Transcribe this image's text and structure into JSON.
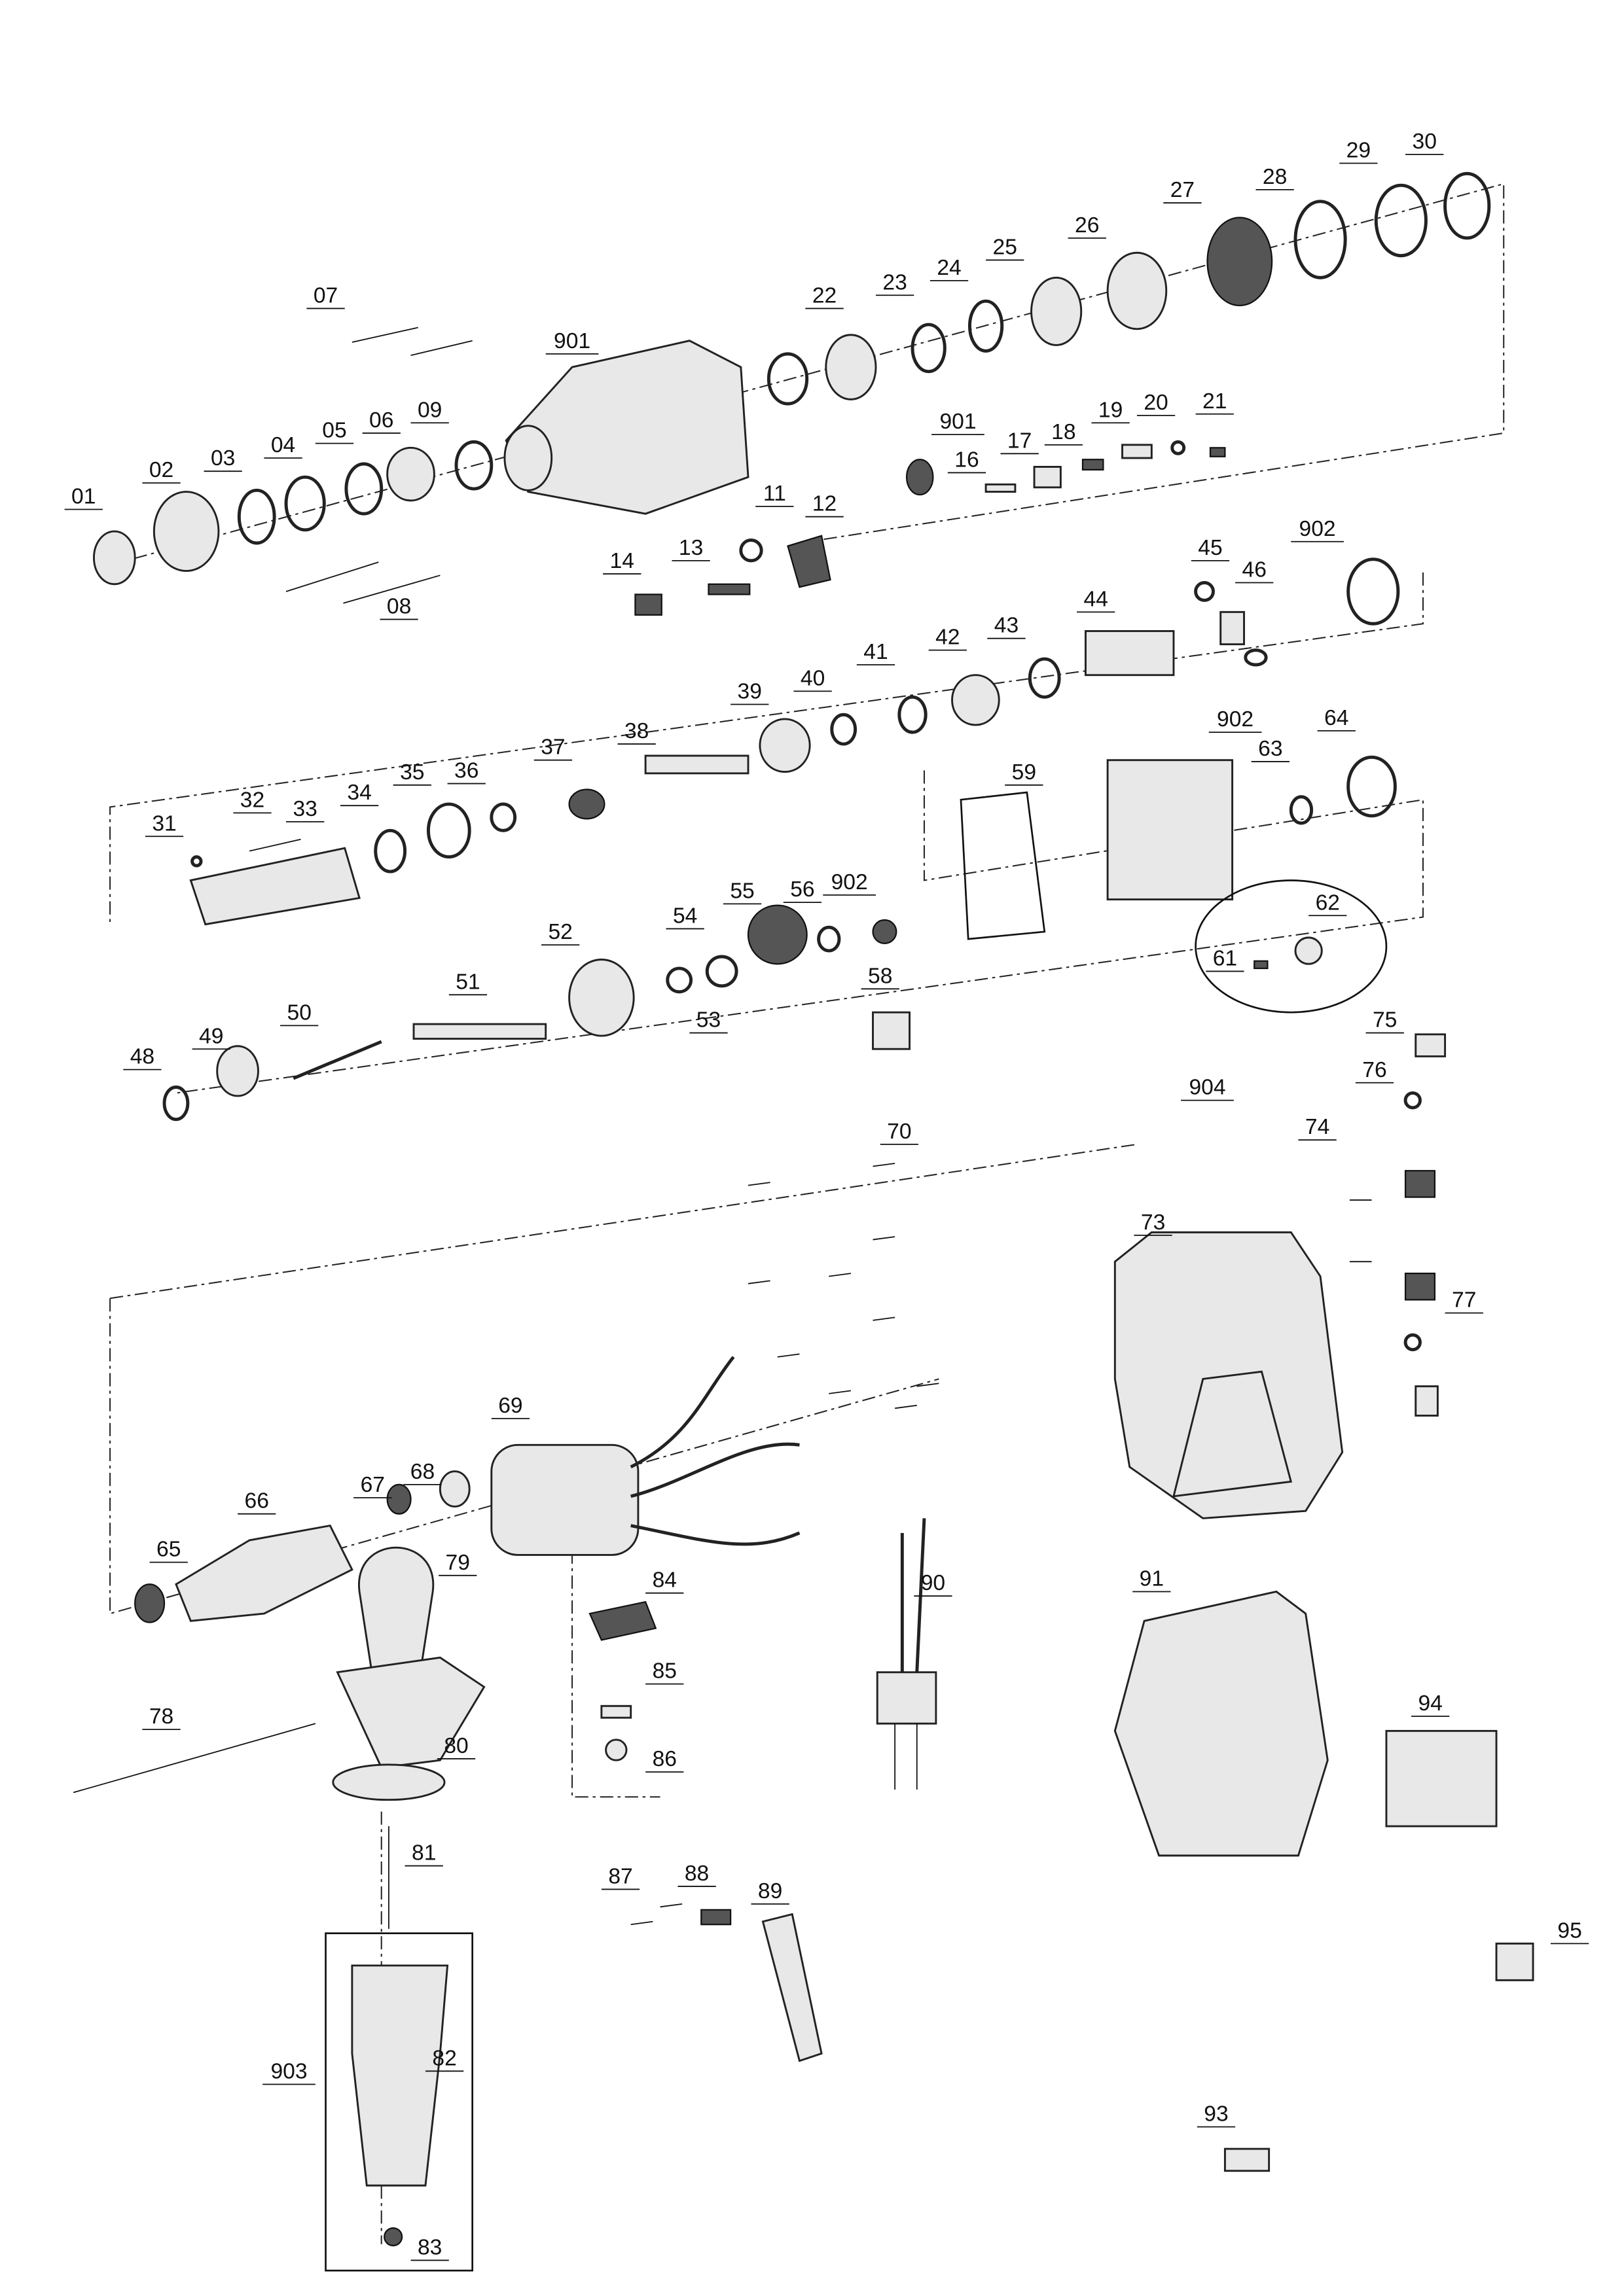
{
  "diagram": {
    "type": "exploded parts view",
    "labels": [
      "01",
      "02",
      "03",
      "04",
      "05",
      "06",
      "09",
      "07",
      "901",
      "22",
      "23",
      "24",
      "25",
      "26",
      "27",
      "28",
      "29",
      "30",
      "901",
      "16",
      "17",
      "18",
      "19",
      "20",
      "21",
      "11",
      "12",
      "14",
      "13",
      "08",
      "902",
      "45",
      "46",
      "44",
      "43",
      "42",
      "41",
      "40",
      "39",
      "38",
      "37",
      "36",
      "35",
      "34",
      "33",
      "32",
      "31",
      "902",
      "63",
      "64",
      "59",
      "902",
      "56",
      "55",
      "54",
      "62",
      "61",
      "52",
      "53",
      "58",
      "51",
      "50",
      "49",
      "48",
      "904",
      "75",
      "76",
      "70",
      "74",
      "73",
      "77",
      "69",
      "67",
      "68",
      "66",
      "65",
      "79",
      "84",
      "90",
      "91",
      "85",
      "78",
      "80",
      "86",
      "94",
      "81",
      "87",
      "88",
      "89",
      "95",
      "82",
      "903",
      "93",
      "83"
    ]
  }
}
